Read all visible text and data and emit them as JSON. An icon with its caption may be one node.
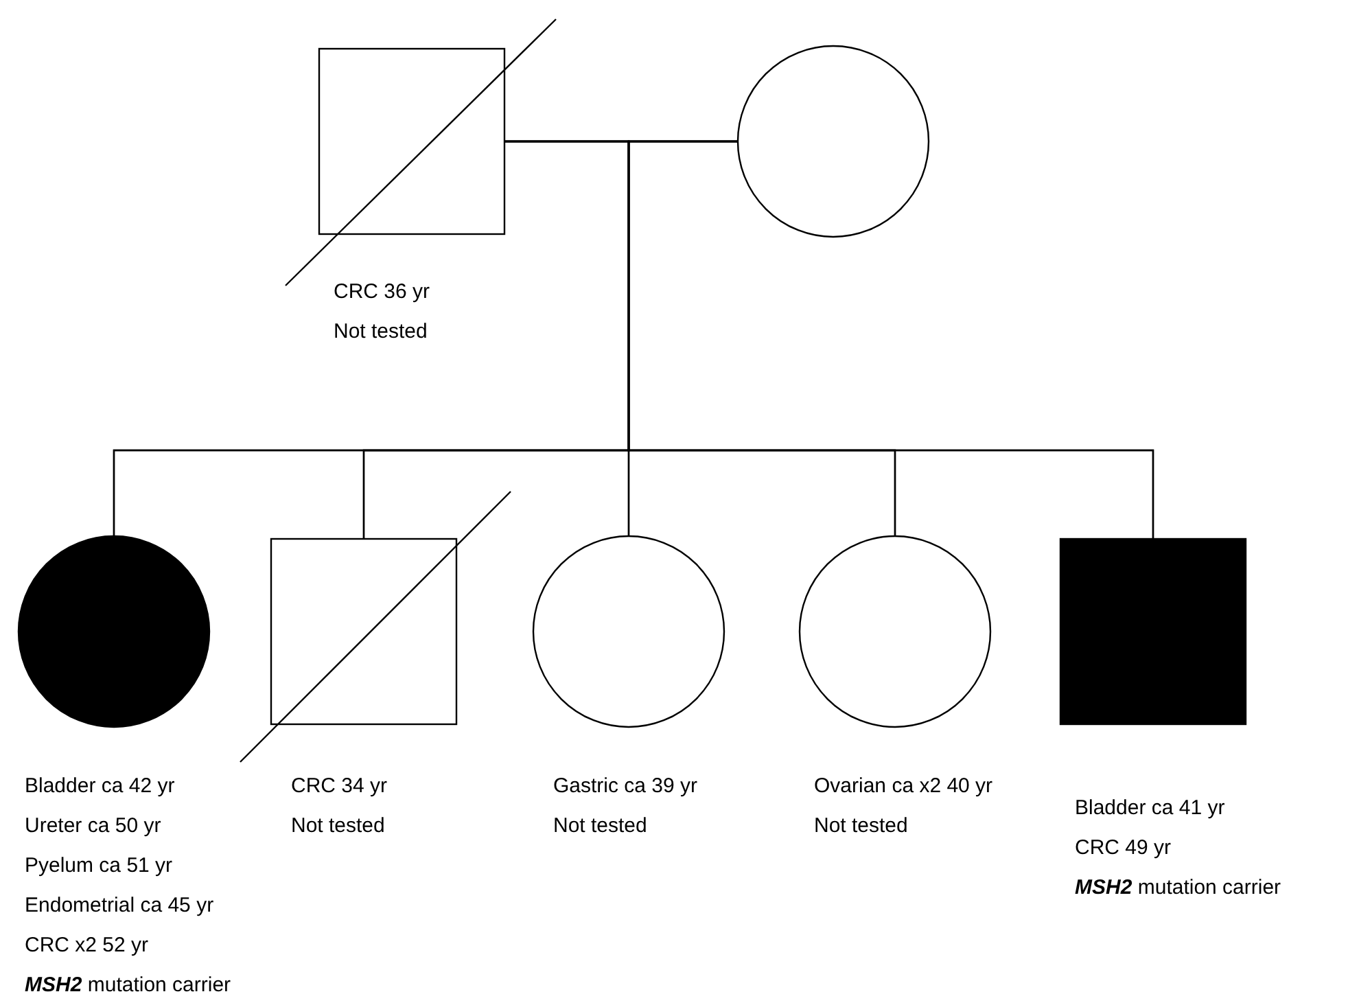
{
  "diagram": {
    "nodes": [
      {
        "text": [],
        "shape": "box",
        "beside": [
          "CRC 36 yr",
          "Not tested"
        ]
      },
      {
        "text": [],
        "shape": "circle"
      },
      {
        "text": [],
        "shape": "circle",
        "beside": [
          "Bladder ca 42 yr",
          "Ureter ca 50 yr",
          "Pyelum ca 51 yr",
          "Endometrial ca 45 yr",
          "CRC x2 52 yr",
          "**MSH2** mutation carrier"
        ]
      },
      {
        "text": [],
        "shape": "box",
        "beside": [
          "CRC 34 yr",
          "Not tested"
        ]
      },
      {
        "text": [],
        "shape": "circle",
        "beside": [
          "Gastric ca 39 yr",
          "Not tested"
        ]
      },
      {
        "text": [],
        "shape": "circle",
        "beside": [
          "Ovarian ca x2 40 yr",
          "Not tested"
        ]
      },
      {
        "text": [],
        "shape": "box",
        "beside": [
          "Bladder ca 41 yr",
          "CRC 49 yr",
          "**MSH2** mutation carrier"
        ]
      }
    ],
    "edges": [
      {
        "from": 0,
        "to": 1,
        "arrow": "none"
      },
      {
        "from": 0,
        "to": 2,
        "arrow": "none"
      },
      {
        "from": 1,
        "to": 2,
        "arrow": "none"
      },
      {
        "from": 0,
        "to": 3,
        "arrow": "none"
      },
      {
        "from": 1,
        "to": 3,
        "arrow": "none"
      },
      {
        "from": 0,
        "to": 4,
        "arrow": "none"
      },
      {
        "from": 1,
        "to": 4,
        "arrow": "none"
      },
      {
        "from": 0,
        "to": 5,
        "arrow": "none"
      },
      {
        "from": 1,
        "to": 5,
        "arrow": "none"
      },
      {
        "from": 0,
        "to": 6,
        "arrow": "none"
      },
      {
        "from": 1,
        "to": 6,
        "arrow": "none"
      }
    ]
  }
}
